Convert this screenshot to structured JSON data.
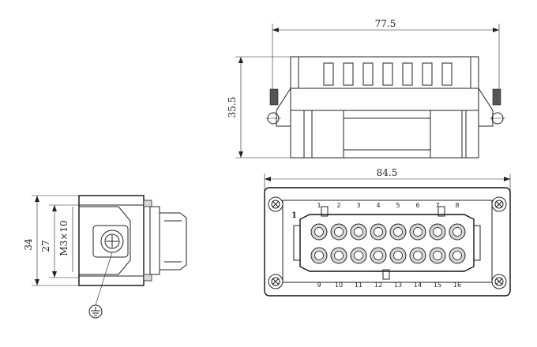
{
  "dimensions": {
    "top_width": "77.5",
    "top_height": "35.5",
    "front_width": "84.5",
    "side_height_outer": "34",
    "side_height_inner": "27",
    "screw_spec": "M3×10"
  },
  "pin_labels_top": [
    "1",
    "2",
    "3",
    "4",
    "5",
    "6",
    "7",
    "8"
  ],
  "pin_labels_bottom": [
    "9",
    "10",
    "11",
    "12",
    "13",
    "14",
    "15",
    "16"
  ],
  "corner_marker": "1",
  "ground_symbol": "protective-earth",
  "colors": {
    "line": "#222222",
    "fill": "#d6d6d6",
    "background": "#ffffff"
  }
}
